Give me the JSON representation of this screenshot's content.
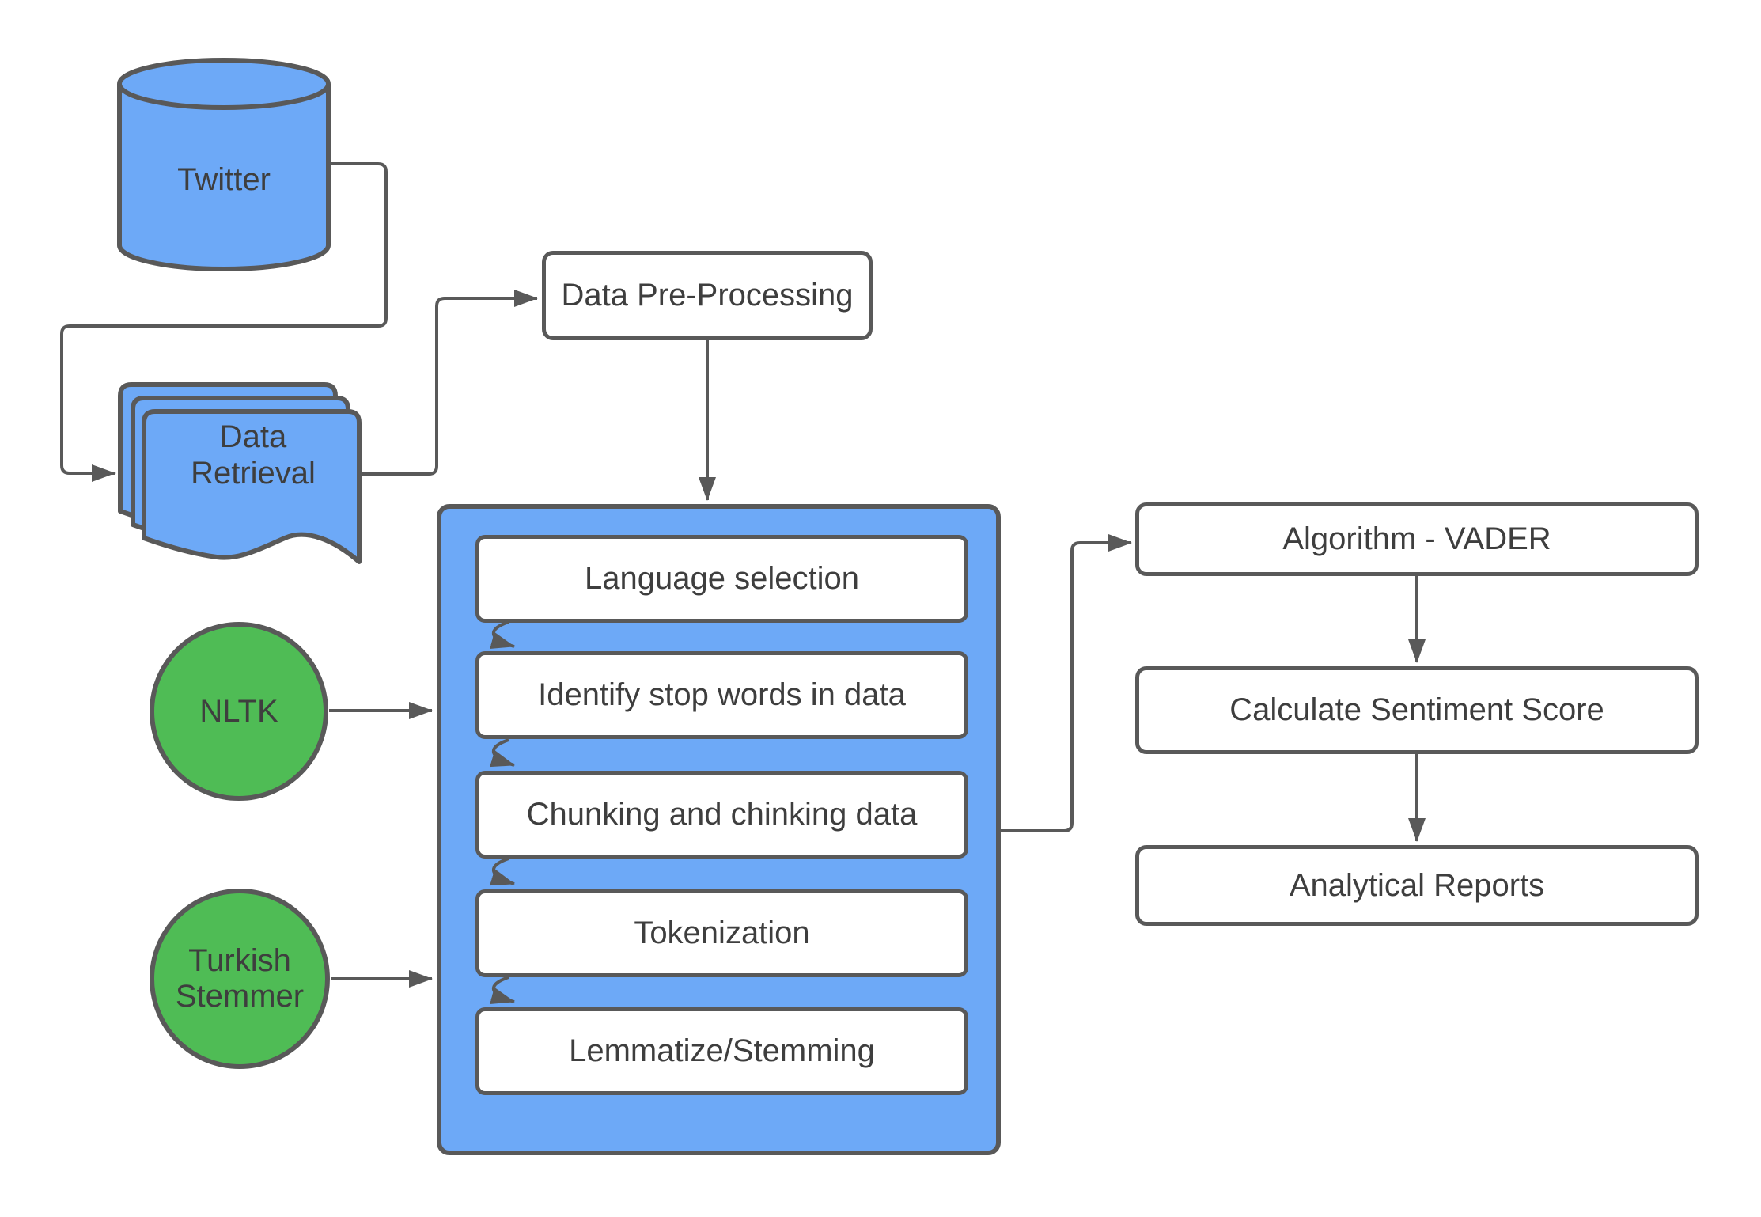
{
  "title": "Twitter sentiment analysis pipeline flowchart",
  "colors": {
    "background": "#FFFFFF",
    "blue": "#6DA9F7",
    "green": "#4FBC55",
    "stroke": "#595959",
    "text": "#3E3E3E"
  },
  "nodes": {
    "twitter": {
      "label": "Twitter",
      "shape": "cylinder",
      "fill": "#6DA9F7"
    },
    "data_retrieval": {
      "label": "Data Retrieval",
      "shape": "multi-document",
      "fill": "#6DA9F7"
    },
    "data_pre_processing": {
      "label": "Data Pre-Processing",
      "shape": "process",
      "fill": "#FFFFFF"
    },
    "nltk": {
      "label": "NLTK",
      "shape": "circle",
      "fill": "#4FBC55"
    },
    "turkish_stemmer": {
      "label": "Turkish Stemmer",
      "shape": "circle",
      "fill": "#4FBC55"
    },
    "pipeline_container": {
      "label": "",
      "shape": "container",
      "fill": "#6DA9F7"
    },
    "pipeline_steps": [
      {
        "label": "Language selection"
      },
      {
        "label": "Identify stop words in data"
      },
      {
        "label": "Chunking and chinking data"
      },
      {
        "label": "Tokenization"
      },
      {
        "label": "Lemmatize/Stemming"
      }
    ],
    "algorithm_vader": {
      "label": "Algorithm - VADER",
      "shape": "process",
      "fill": "#FFFFFF"
    },
    "calculate_sentiment_score": {
      "label": "Calculate Sentiment Score",
      "shape": "process",
      "fill": "#FFFFFF"
    },
    "analytical_reports": {
      "label": "Analytical Reports",
      "shape": "process",
      "fill": "#FFFFFF"
    }
  },
  "edges": [
    {
      "from": "twitter",
      "to": "data_retrieval"
    },
    {
      "from": "data_retrieval",
      "to": "data_pre_processing"
    },
    {
      "from": "data_pre_processing",
      "to": "pipeline_container"
    },
    {
      "from": "nltk",
      "to": "pipeline_container"
    },
    {
      "from": "turkish_stemmer",
      "to": "pipeline_container"
    },
    {
      "from": "language_selection",
      "to": "identify_stop_words_in_data"
    },
    {
      "from": "identify_stop_words_in_data",
      "to": "chunking_and_chinking_data"
    },
    {
      "from": "chunking_and_chinking_data",
      "to": "tokenization"
    },
    {
      "from": "tokenization",
      "to": "lemmatize_stemming"
    },
    {
      "from": "pipeline_container",
      "to": "algorithm_vader"
    },
    {
      "from": "algorithm_vader",
      "to": "calculate_sentiment_score"
    },
    {
      "from": "calculate_sentiment_score",
      "to": "analytical_reports"
    }
  ]
}
